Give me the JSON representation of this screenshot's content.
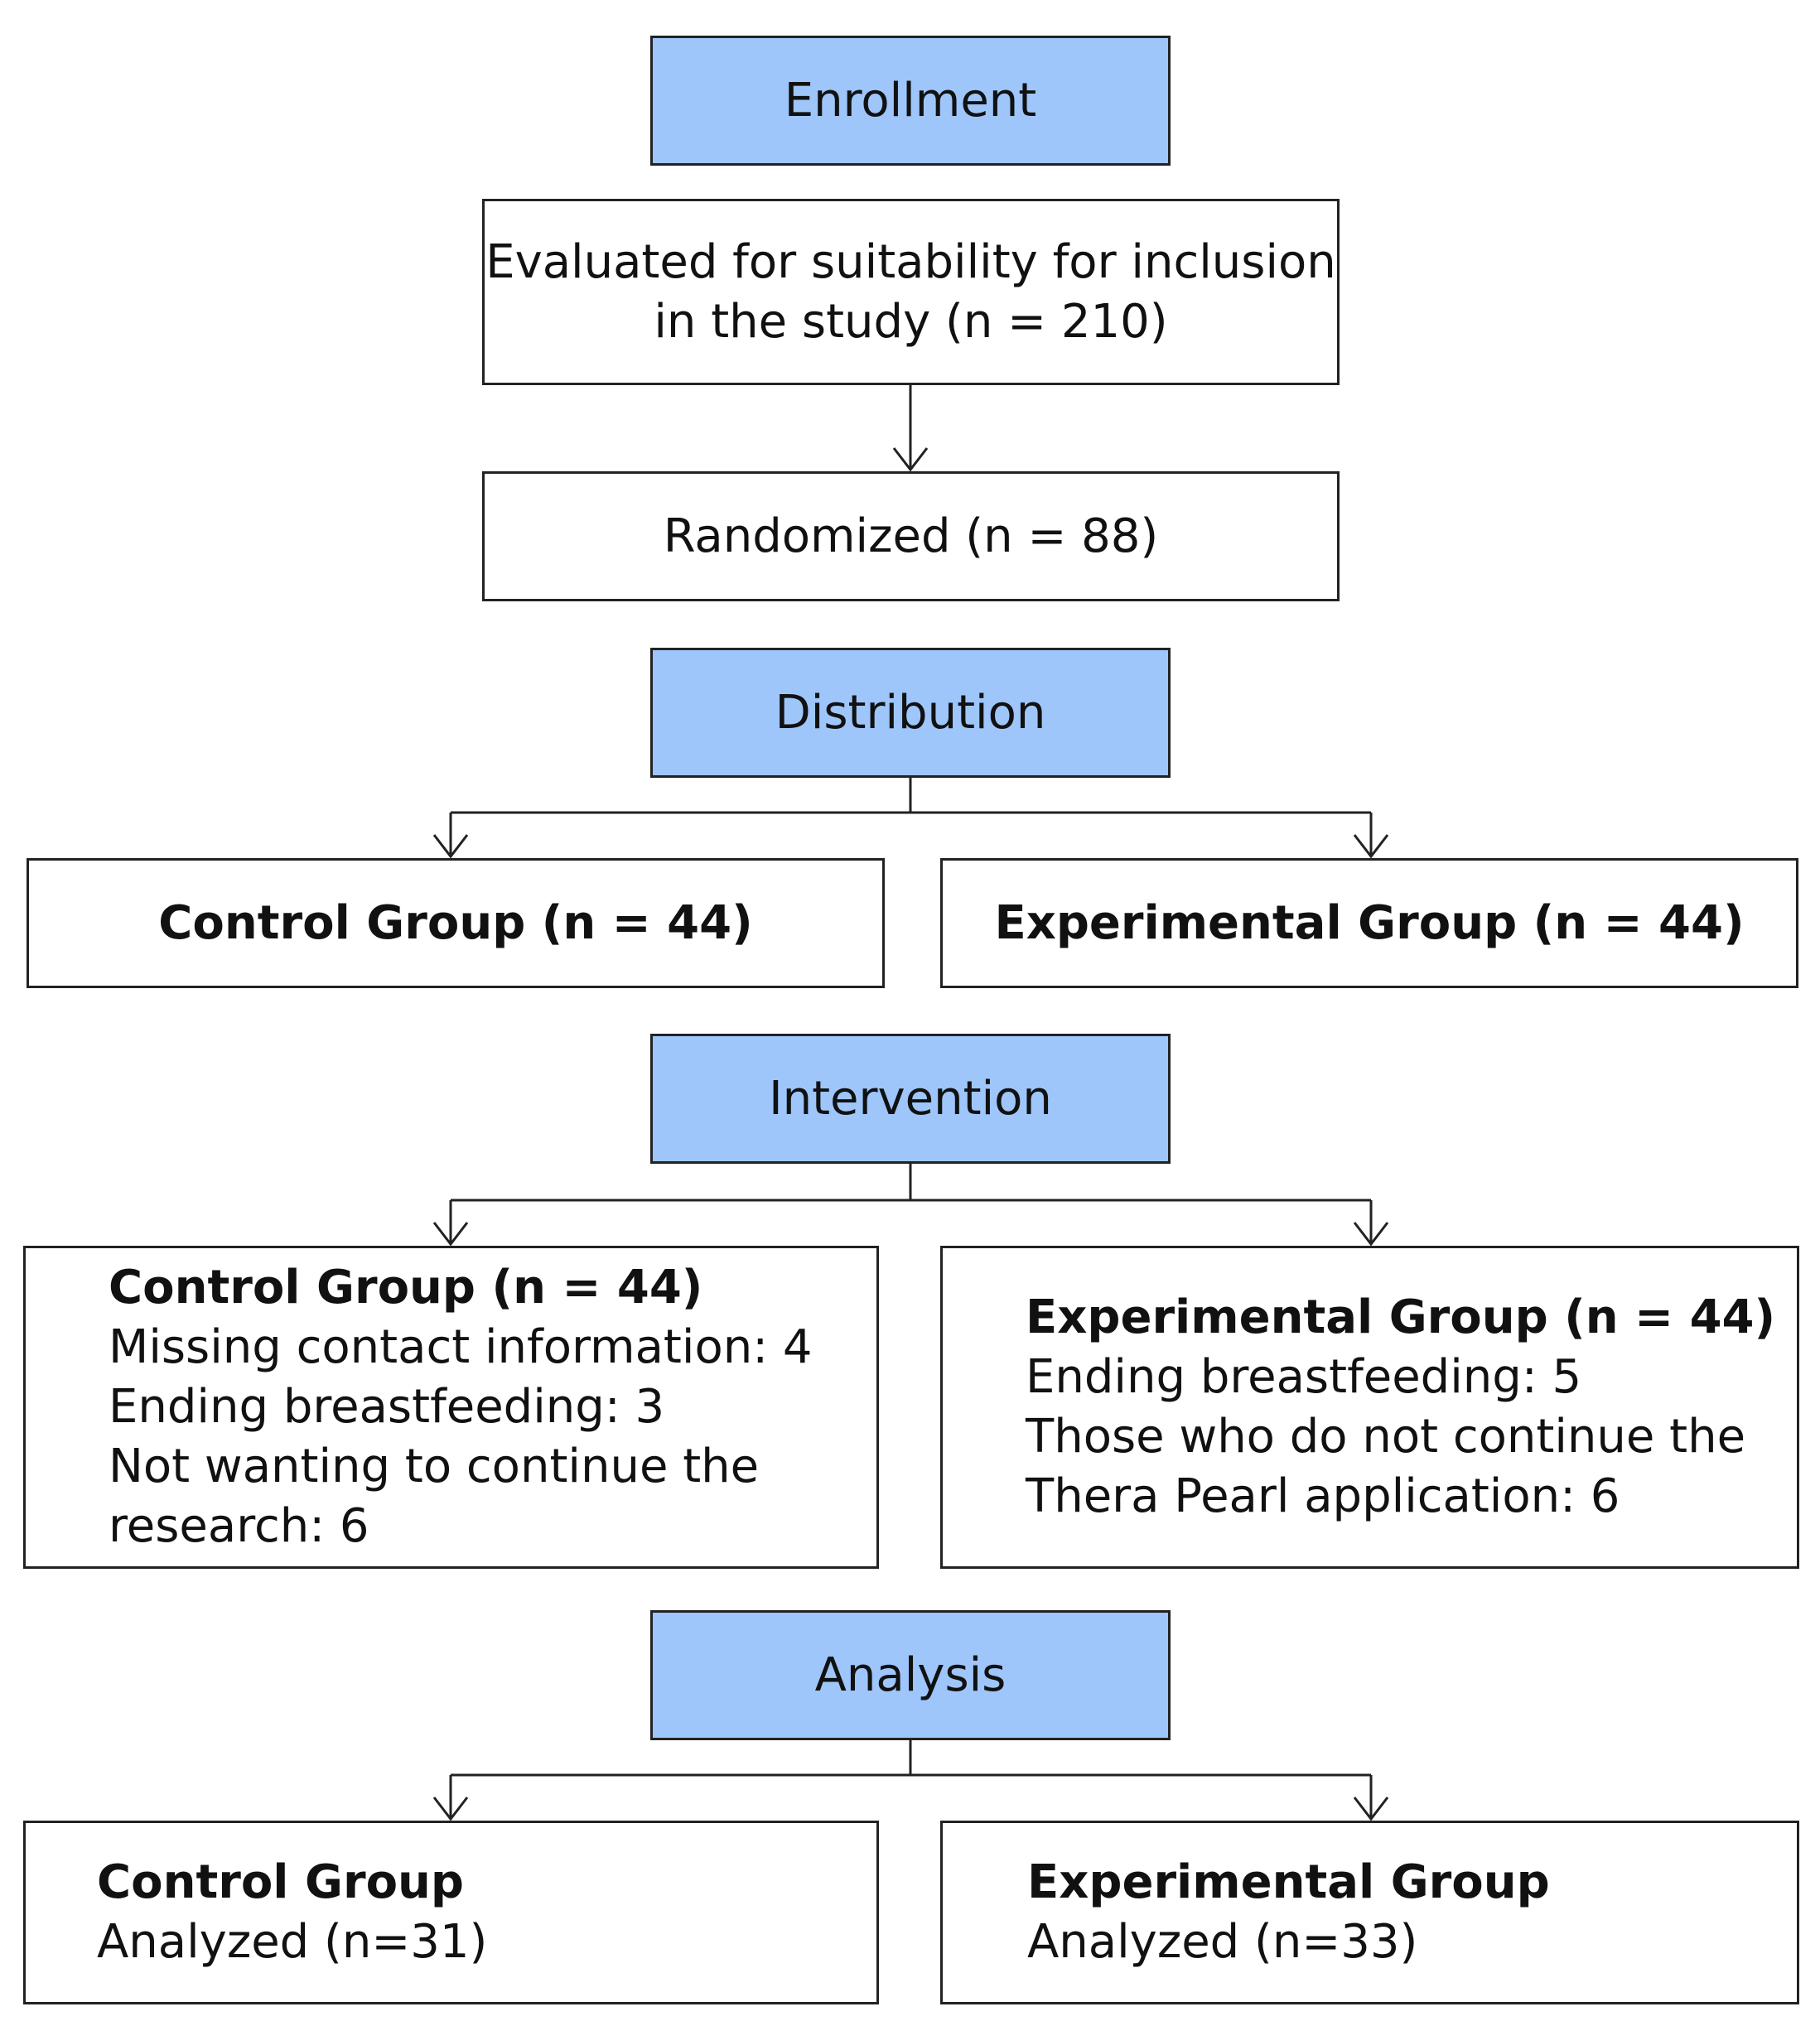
{
  "enrollment": {
    "phase_label": "Enrollment",
    "evaluated_lines": [
      "Evaluated for suitability for inclusion",
      "in the study (n = 210)"
    ],
    "randomized": "Randomized (n = 88)"
  },
  "distribution": {
    "phase_label": "Distribution",
    "control": "Control Group (n = 44)",
    "experimental": "Experimental Group (n = 44)"
  },
  "intervention": {
    "phase_label": "Intervention",
    "control": {
      "title": "Control Group (n = 44)",
      "lines": [
        "Missing contact information: 4",
        "Ending breastfeeding: 3",
        "Not wanting to continue the",
        "research: 6"
      ]
    },
    "experimental": {
      "title": "Experimental Group (n = 44)",
      "lines": [
        "Ending breastfeeding: 5",
        "Those who do not continue the",
        "Thera Pearl application: 6"
      ]
    }
  },
  "analysis": {
    "phase_label": "Analysis",
    "control": {
      "title": "Control Group",
      "line": "Analyzed (n=31)"
    },
    "experimental": {
      "title": "Experimental Group",
      "line": "Analyzed (n=33)"
    }
  },
  "colors": {
    "phase_fill": "#9ec6fb",
    "border": "#222222"
  }
}
